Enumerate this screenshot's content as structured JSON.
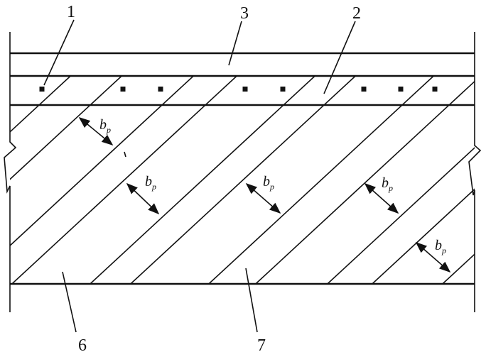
{
  "labels": {
    "l1": "1",
    "l2": "2",
    "l3": "3",
    "l6": "6",
    "l7": "7"
  },
  "dimension": {
    "symbol": "b",
    "subscript": "p"
  }
}
